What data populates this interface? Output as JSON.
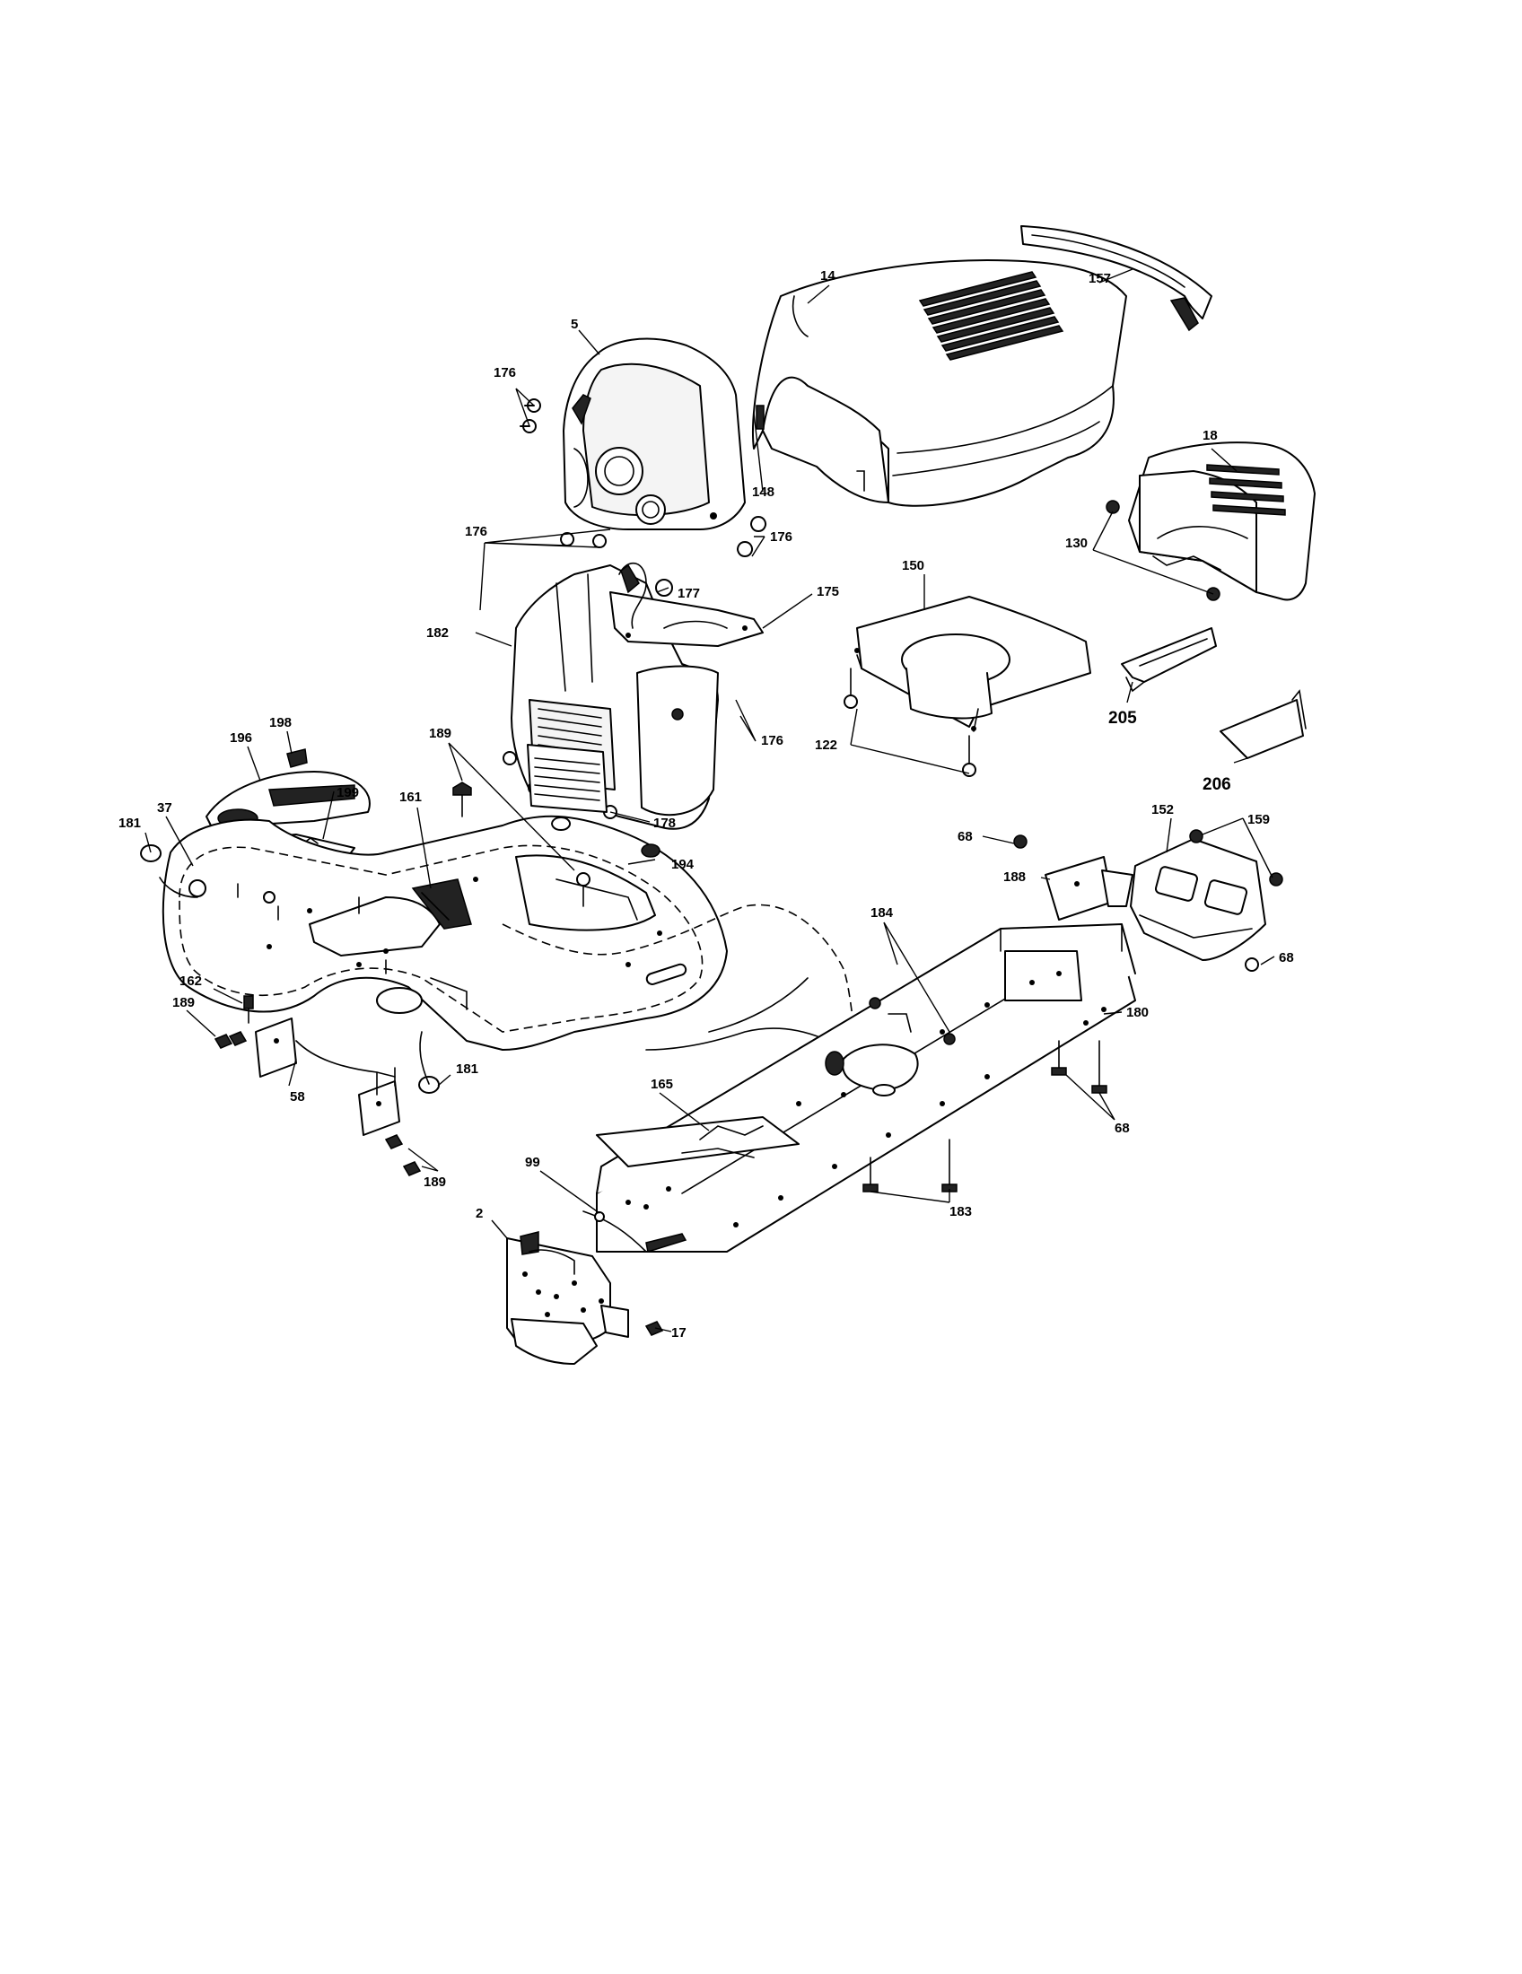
{
  "callouts": {
    "c14": "14",
    "c157": "157",
    "c5": "5",
    "c176a": "176",
    "c148": "148",
    "c176b": "176",
    "c18": "18",
    "c130": "130",
    "c176c": "176",
    "c177": "177",
    "c175": "175",
    "c150": "150",
    "c182": "182",
    "c205": "205",
    "c176d": "176",
    "c122": "122",
    "c206": "206",
    "c198": "198",
    "c196": "196",
    "c189a": "189",
    "c37": "37",
    "c199": "199",
    "c161": "161",
    "c181a": "181",
    "c178": "178",
    "c194": "194",
    "c68a": "68",
    "c152": "152",
    "c159": "159",
    "c188": "188",
    "c184": "184",
    "c68b": "68",
    "c162": "162",
    "c180": "180",
    "c189b": "189",
    "c181b": "181",
    "c58": "58",
    "c165": "165",
    "c68c": "68",
    "c189c": "189",
    "c99": "99",
    "c183": "183",
    "c2": "2",
    "c17": "17"
  }
}
